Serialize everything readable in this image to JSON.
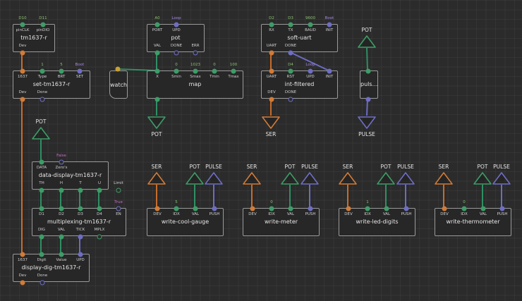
{
  "colors": {
    "green": "#3d9d67",
    "orange": "#d37b36",
    "purple": "#6e6ec6",
    "yellow": "#c8a032",
    "value": "#8dc270",
    "value_purple": "#a58ae4",
    "value_magenta": "#c86ec8",
    "wire_green": "#2f8f64",
    "wire_purple": "#6c6cc4",
    "wire_orange": "#c86c2c"
  },
  "nodes": [
    {
      "id": "tm1637-r",
      "title": "tm1637-r",
      "inputs": [
        {
          "label": "pinCLK",
          "value": "D10",
          "type": "green",
          "filled": true
        },
        {
          "label": "pinDIO",
          "value": "D11",
          "type": "green",
          "filled": true
        }
      ],
      "outputs": [
        {
          "label": "Dev",
          "type": "orange",
          "filled": true
        }
      ]
    },
    {
      "id": "set-tm1637-r",
      "title": "set-tm1637-r",
      "inputs": [
        {
          "label": "1637",
          "type": "orange",
          "filled": true
        },
        {
          "label": "Type",
          "value": "1",
          "type": "green",
          "filled": true
        },
        {
          "label": "BRT",
          "value": "5",
          "type": "green",
          "filled": true
        },
        {
          "label": "SET",
          "value": "Boot",
          "type": "purple",
          "filled": true
        }
      ],
      "outputs": [
        {
          "label": "Dev",
          "type": "orange",
          "filled": true
        },
        {
          "label": "Done",
          "type": "purple",
          "filled": false
        }
      ]
    },
    {
      "id": "watch",
      "title": "watch",
      "inputs": [],
      "outputs": []
    },
    {
      "id": "pot",
      "title": "pot",
      "inputs": [
        {
          "label": "PORT",
          "value": "A0",
          "type": "green",
          "filled": true
        },
        {
          "label": "UPD",
          "value": "Loop",
          "type": "purple",
          "filled": true
        }
      ],
      "outputs": [
        {
          "label": "VAL",
          "type": "green",
          "filled": true
        },
        {
          "label": "DONE",
          "type": "purple",
          "filled": false
        },
        {
          "label": "ERR",
          "type": "purple",
          "filled": false
        }
      ]
    },
    {
      "id": "map",
      "title": "map",
      "inputs": [
        {
          "label": "X",
          "type": "green",
          "filled": true
        },
        {
          "label": "Smin",
          "value": "0",
          "type": "green",
          "filled": true
        },
        {
          "label": "Smax",
          "value": "1023",
          "type": "green",
          "filled": true
        },
        {
          "label": "Tmin",
          "value": "0",
          "type": "green",
          "filled": true
        },
        {
          "label": "Tmax",
          "value": "100",
          "type": "green",
          "filled": true
        }
      ],
      "outputs": [
        {
          "label": "",
          "type": "green",
          "filled": true
        }
      ]
    },
    {
      "id": "soft-uart",
      "title": "soft-uart",
      "inputs": [
        {
          "label": "RX",
          "value": "D2",
          "type": "green",
          "filled": true
        },
        {
          "label": "TX",
          "value": "D3",
          "type": "green",
          "filled": true
        },
        {
          "label": "BAUD",
          "value": "9600",
          "type": "green",
          "filled": true
        },
        {
          "label": "INIT",
          "value": "Boot",
          "type": "purple",
          "filled": true
        }
      ],
      "outputs": [
        {
          "label": "UART",
          "type": "orange",
          "filled": true
        },
        {
          "label": "DONE",
          "type": "purple",
          "filled": true
        }
      ]
    },
    {
      "id": "int-filtered",
      "title": "int-filtered",
      "inputs": [
        {
          "label": "UART",
          "type": "orange",
          "filled": true
        },
        {
          "label": "RST",
          "value": "D4",
          "type": "green",
          "filled": true
        },
        {
          "label": "UPD",
          "value": "Loop",
          "type": "purple",
          "filled": true
        },
        {
          "label": "INIT",
          "type": "purple",
          "filled": true
        }
      ],
      "outputs": [
        {
          "label": "DEV",
          "type": "orange",
          "filled": true
        },
        {
          "label": "DONE",
          "type": "purple",
          "filled": false
        }
      ]
    },
    {
      "id": "pulse-node",
      "title": "puls…",
      "inputs": [
        {
          "label": "",
          "type": "green",
          "filled": true
        }
      ],
      "outputs": [
        {
          "label": "",
          "type": "purple",
          "filled": true
        }
      ]
    },
    {
      "id": "data-display",
      "title": "data-display-tm1637-r",
      "inputs": [
        {
          "label": "DATA",
          "type": "green",
          "filled": true
        },
        {
          "label": "Zero's",
          "value": "False",
          "type": "value_magenta",
          "filled": false
        }
      ],
      "outputs": [
        {
          "label": "TH",
          "type": "green",
          "filled": true
        },
        {
          "label": "H",
          "type": "green",
          "filled": true
        },
        {
          "label": "T",
          "type": "green",
          "filled": true
        },
        {
          "label": "U",
          "type": "green",
          "filled": true
        },
        {
          "label": "Limit",
          "type": "green",
          "filled": false
        }
      ]
    },
    {
      "id": "multiplexing",
      "title": "multiplexing-tm1637-r",
      "inputs": [
        {
          "label": "D1",
          "type": "green",
          "filled": true
        },
        {
          "label": "D2",
          "type": "green",
          "filled": true
        },
        {
          "label": "D3",
          "type": "green",
          "filled": true
        },
        {
          "label": "D4",
          "type": "green",
          "filled": true
        },
        {
          "label": "EN",
          "value": "True",
          "type": "value_magenta",
          "filled": false
        }
      ],
      "outputs": [
        {
          "label": "DIG",
          "type": "green",
          "filled": true
        },
        {
          "label": "VAL",
          "type": "green",
          "filled": true
        },
        {
          "label": "TICK",
          "type": "purple",
          "filled": true
        },
        {
          "label": "MPLX",
          "type": "green",
          "filled": false
        }
      ]
    },
    {
      "id": "display-dig",
      "title": "display-dig-tm1637-r",
      "inputs": [
        {
          "label": "1637",
          "type": "orange",
          "filled": true
        },
        {
          "label": "Digit",
          "type": "green",
          "filled": true
        },
        {
          "label": "Value",
          "type": "green",
          "filled": true
        },
        {
          "label": "UPD",
          "type": "purple",
          "filled": true
        }
      ],
      "outputs": [
        {
          "label": "Dev",
          "type": "orange",
          "filled": true
        },
        {
          "label": "Done",
          "type": "purple",
          "filled": false
        }
      ]
    },
    {
      "id": "write-cool-gauge",
      "title": "write-cool-gauge",
      "inputs": [
        {
          "label": "DEV",
          "type": "orange",
          "filled": true
        },
        {
          "label": "IDX",
          "value": "5",
          "type": "green",
          "filled": true
        },
        {
          "label": "VAL",
          "type": "green",
          "filled": true
        },
        {
          "label": "PUSH",
          "type": "purple",
          "filled": true
        }
      ],
      "outputs": []
    },
    {
      "id": "write-meter",
      "title": "write-meter",
      "inputs": [
        {
          "label": "DEV",
          "type": "orange",
          "filled": true
        },
        {
          "label": "IDX",
          "value": "0",
          "type": "green",
          "filled": true
        },
        {
          "label": "VAL",
          "type": "green",
          "filled": true
        },
        {
          "label": "PUSH",
          "type": "purple",
          "filled": true
        }
      ],
      "outputs": []
    },
    {
      "id": "write-led-digits",
      "title": "write-led-digits",
      "inputs": [
        {
          "label": "DEV",
          "type": "orange",
          "filled": true
        },
        {
          "label": "IDX",
          "value": "1",
          "type": "green",
          "filled": true
        },
        {
          "label": "VAL",
          "type": "green",
          "filled": true
        },
        {
          "label": "PUSH",
          "type": "purple",
          "filled": true
        }
      ],
      "outputs": []
    },
    {
      "id": "write-thermometer",
      "title": "write-thermometer",
      "inputs": [
        {
          "label": "DEV",
          "type": "orange",
          "filled": true
        },
        {
          "label": "IDX",
          "value": "0",
          "type": "green",
          "filled": true
        },
        {
          "label": "VAL",
          "type": "green",
          "filled": true
        },
        {
          "label": "PUSH",
          "type": "purple",
          "filled": true
        }
      ],
      "outputs": []
    }
  ],
  "terminals": [
    {
      "id": "t-pot-out",
      "label": "POT",
      "type": "green",
      "direction": "down"
    },
    {
      "id": "t-ser-out",
      "label": "SER",
      "type": "orange",
      "direction": "down"
    },
    {
      "id": "t-pot-in-a",
      "label": "POT",
      "type": "green",
      "direction": "up"
    },
    {
      "id": "t-pulse-out",
      "label": "PULSE",
      "type": "purple",
      "direction": "down"
    },
    {
      "id": "t-pot-in-b",
      "label": "POT",
      "type": "green",
      "direction": "up"
    },
    {
      "id": "t-ser-1",
      "label": "SER",
      "type": "orange",
      "direction": "up"
    },
    {
      "id": "t-pot-1",
      "label": "POT",
      "type": "green",
      "direction": "up"
    },
    {
      "id": "t-pulse-1",
      "label": "PULSE",
      "type": "purple",
      "direction": "up"
    },
    {
      "id": "t-ser-2",
      "label": "SER",
      "type": "orange",
      "direction": "up"
    },
    {
      "id": "t-pot-2",
      "label": "POT",
      "type": "green",
      "direction": "up"
    },
    {
      "id": "t-pulse-2",
      "label": "PULSE",
      "type": "purple",
      "direction": "up"
    },
    {
      "id": "t-ser-3",
      "label": "SER",
      "type": "orange",
      "direction": "up"
    },
    {
      "id": "t-pot-3",
      "label": "POT",
      "type": "green",
      "direction": "up"
    },
    {
      "id": "t-pulse-3",
      "label": "PULSE",
      "type": "purple",
      "direction": "up"
    },
    {
      "id": "t-ser-4",
      "label": "SER",
      "type": "orange",
      "direction": "up"
    },
    {
      "id": "t-pot-4",
      "label": "POT",
      "type": "green",
      "direction": "up"
    },
    {
      "id": "t-pulse-4",
      "label": "PULSE",
      "type": "purple",
      "direction": "up"
    }
  ],
  "links": [
    {
      "from": "tm1637-r.out.0",
      "to": "set-tm1637-r.in.0",
      "type": "orange"
    },
    {
      "from": "set-tm1637-r.out.0",
      "to": "display-dig.in.0",
      "type": "orange"
    },
    {
      "from": "pot.out.0",
      "to": "map.in.0",
      "type": "green"
    },
    {
      "from": "map.out.0",
      "to": "t-pot-out",
      "type": "green"
    },
    {
      "from": "watch.in",
      "to": "map.in.0",
      "type": "green"
    },
    {
      "from": "soft-uart.out.0",
      "to": "int-filtered.in.0",
      "type": "orange"
    },
    {
      "from": "soft-uart.out.1",
      "to": "int-filtered.in.3",
      "type": "purple"
    },
    {
      "from": "int-filtered.out.0",
      "to": "t-ser-out",
      "type": "orange"
    },
    {
      "from": "t-pot-in-a",
      "to": "pulse-node.in.0",
      "type": "green"
    },
    {
      "from": "pulse-node.out.0",
      "to": "t-pulse-out",
      "type": "purple"
    },
    {
      "from": "t-pot-in-b",
      "to": "data-display.in.0",
      "type": "green"
    },
    {
      "from": "data-display.out.0",
      "to": "multiplexing.in.0",
      "type": "green"
    },
    {
      "from": "data-display.out.1",
      "to": "multiplexing.in.1",
      "type": "green"
    },
    {
      "from": "data-display.out.2",
      "to": "multiplexing.in.2",
      "type": "green"
    },
    {
      "from": "data-display.out.3",
      "to": "multiplexing.in.3",
      "type": "green"
    },
    {
      "from": "multiplexing.out.0",
      "to": "display-dig.in.1",
      "type": "green"
    },
    {
      "from": "multiplexing.out.1",
      "to": "display-dig.in.2",
      "type": "green"
    },
    {
      "from": "multiplexing.out.2",
      "to": "display-dig.in.3",
      "type": "purple"
    },
    {
      "from": "t-ser-1",
      "to": "write-cool-gauge.in.0",
      "type": "orange"
    },
    {
      "from": "t-pot-1",
      "to": "write-cool-gauge.in.2",
      "type": "green"
    },
    {
      "from": "t-pulse-1",
      "to": "write-cool-gauge.in.3",
      "type": "purple"
    },
    {
      "from": "t-ser-2",
      "to": "write-meter.in.0",
      "type": "orange"
    },
    {
      "from": "t-pot-2",
      "to": "write-meter.in.2",
      "type": "green"
    },
    {
      "from": "t-pulse-2",
      "to": "write-meter.in.3",
      "type": "purple"
    },
    {
      "from": "t-ser-3",
      "to": "write-led-digits.in.0",
      "type": "orange"
    },
    {
      "from": "t-pot-3",
      "to": "write-led-digits.in.2",
      "type": "green"
    },
    {
      "from": "t-pulse-3",
      "to": "write-led-digits.in.3",
      "type": "purple"
    },
    {
      "from": "t-ser-4",
      "to": "write-thermometer.in.0",
      "type": "orange"
    },
    {
      "from": "t-pot-4",
      "to": "write-thermometer.in.2",
      "type": "green"
    },
    {
      "from": "t-pulse-4",
      "to": "write-thermometer.in.3",
      "type": "purple"
    }
  ]
}
